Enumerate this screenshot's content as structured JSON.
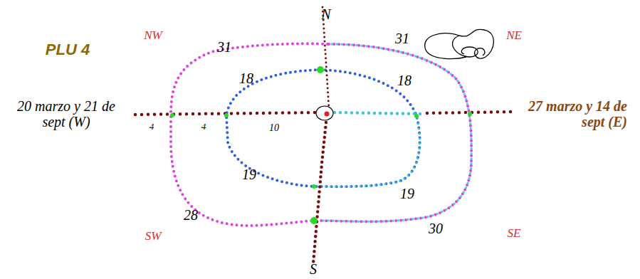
{
  "diagram": {
    "title": "PLU 4",
    "labels": [
      "N",
      "S",
      "NW",
      "NE",
      "SW",
      "SE",
      "31",
      "31",
      "18",
      "18",
      "19",
      "19",
      "28",
      "30",
      "4",
      "4",
      "10",
      "20 marzo y 21 de sept (W)",
      "27 marzo y 14 de sept (E)"
    ]
  }
}
